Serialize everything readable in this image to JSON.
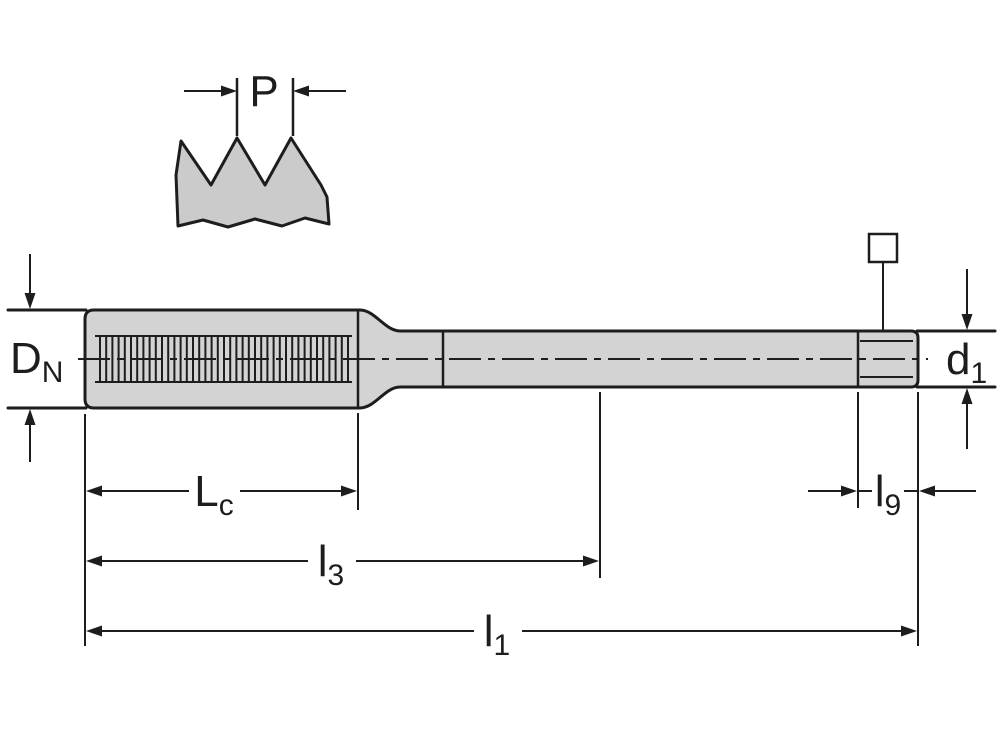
{
  "diagram": {
    "type": "technical-drawing",
    "subject": "Machine tap side view with thread profile detail and dimension callouts",
    "background": "#ffffff",
    "line_color": "#1d1d1b",
    "fill_color": "#d3d3d3",
    "labels": {
      "pitch": {
        "main": "P",
        "sub": ""
      },
      "nominal_diameter": {
        "main": "D",
        "sub": "N"
      },
      "shank_diameter": {
        "main": "d",
        "sub": "1"
      },
      "thread_length": {
        "main": "L",
        "sub": "c"
      },
      "intermediate_length": {
        "main": "l",
        "sub": "3"
      },
      "overall_length": {
        "main": "l",
        "sub": "1"
      },
      "square_length": {
        "main": "l",
        "sub": "9"
      }
    }
  }
}
